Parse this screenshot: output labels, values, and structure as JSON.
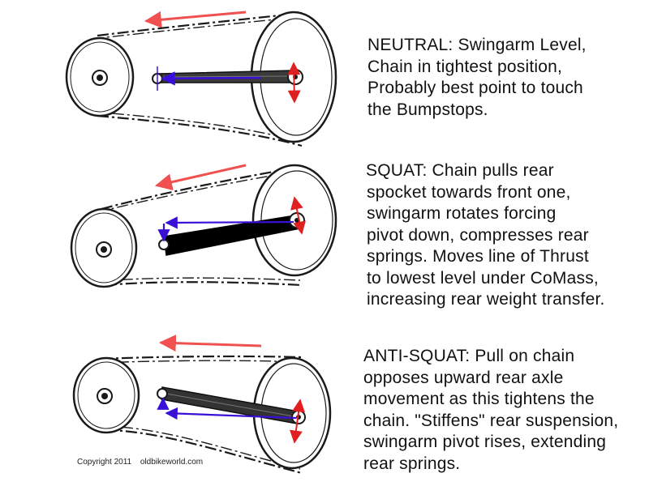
{
  "panels": [
    {
      "id": "neutral",
      "lines": [
        "NEUTRAL:  Swingarm Level,",
        "Chain in tightest position,",
        "Probably best point to touch",
        "the Bumpstops."
      ]
    },
    {
      "id": "squat",
      "lines": [
        "SQUAT:  Chain pulls rear",
        "spocket towards front one,",
        "swingarm rotates forcing",
        "pivot down, compresses rear",
        "springs. Moves line of Thrust",
        "to lowest level under CoMass,",
        "increasing rear weight transfer."
      ]
    },
    {
      "id": "anti-squat",
      "lines": [
        "ANTI-SQUAT:  Pull on chain",
        "opposes upward rear axle",
        "movement as this tightens the",
        "chain. \"Stiffens\" rear suspension,",
        "swingarm pivot rises, extending",
        "rear springs."
      ]
    }
  ],
  "credit": {
    "copyright": "Copyright 2011",
    "site": "oldbikeworld.com"
  },
  "colors": {
    "chain_pull_arrow": "#f05050",
    "thrust_line_arrow": "#3a10d8",
    "sprocket_rotation_arrow": "#e02020",
    "line_art": "#1a1a1a"
  }
}
